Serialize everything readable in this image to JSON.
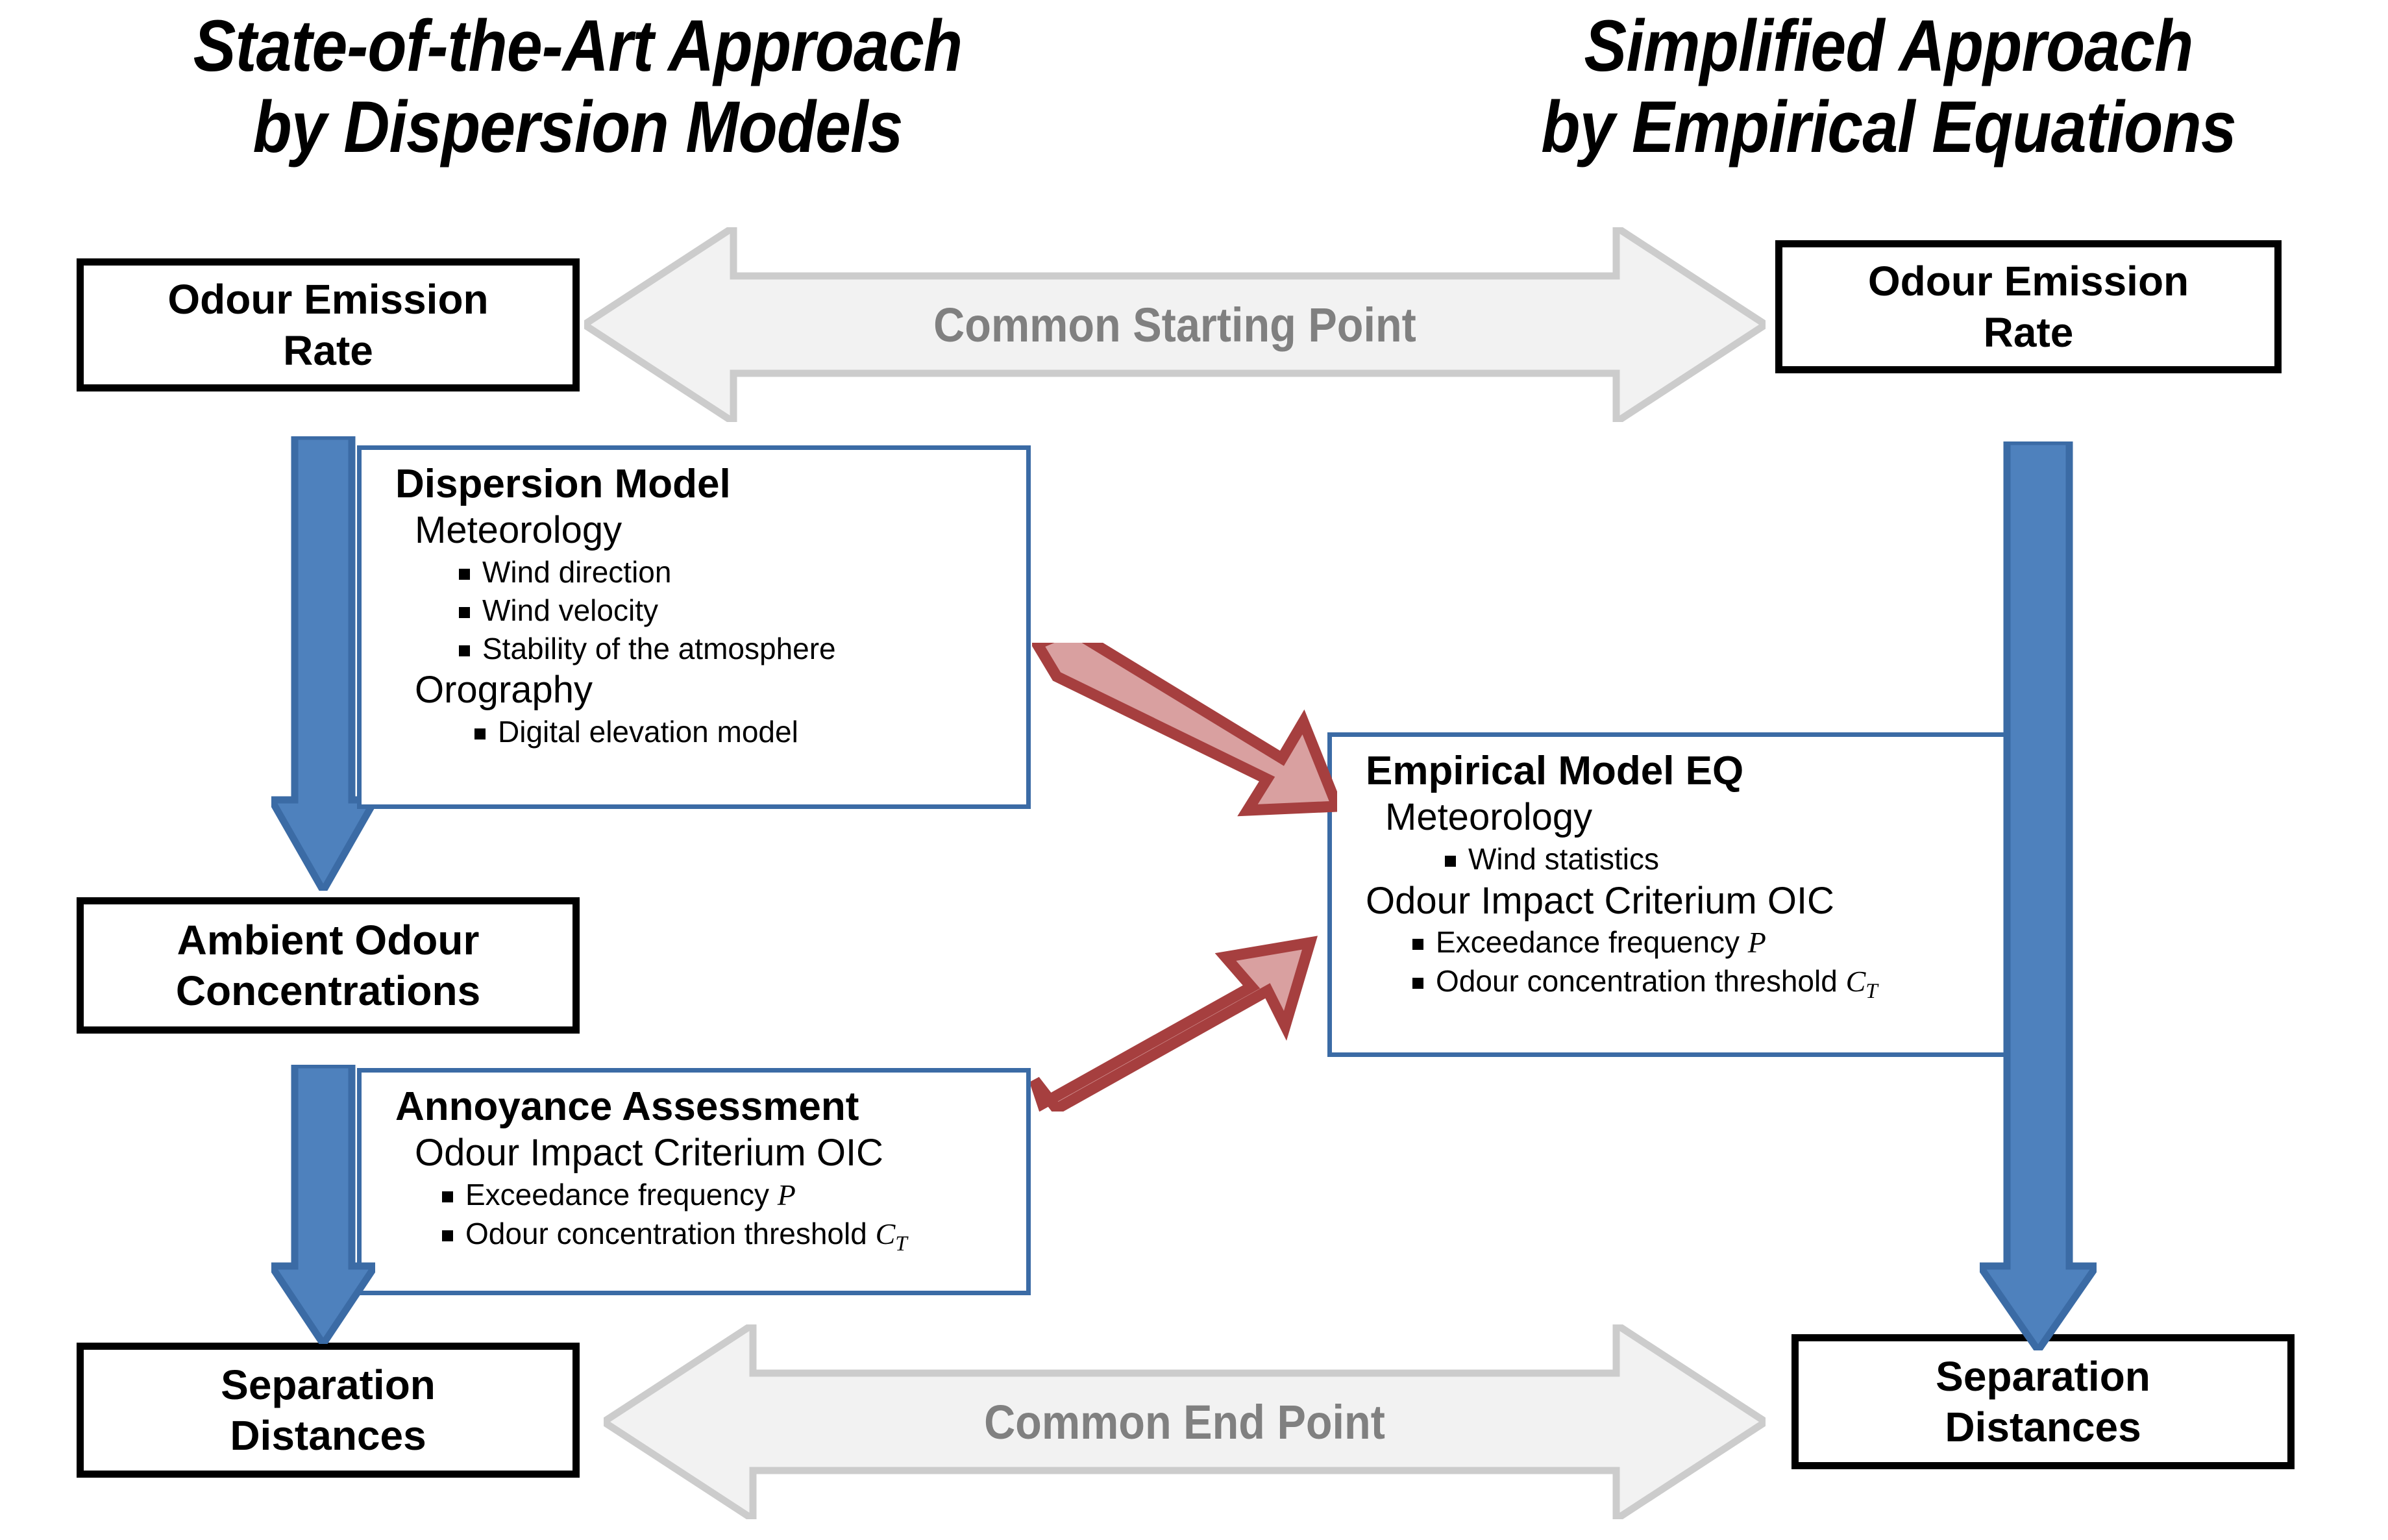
{
  "titles": {
    "left": "State-of-the-Art Approach\nby Dispersion Models",
    "right": "Simplified Approach\nby Empirical Equations"
  },
  "boxes": {
    "odour_emission_rate_left": "Odour Emission\nRate",
    "odour_emission_rate_right": "Odour Emission\nRate",
    "ambient_odour_concentrations": "Ambient Odour\nConcentrations",
    "separation_distances_left": "Separation\nDistances",
    "separation_distances_right": "Separation\nDistances"
  },
  "dispersion_model": {
    "title": "Dispersion Model",
    "sub1": "Meteorology",
    "b1": "Wind direction",
    "b2": "Wind velocity",
    "b3": "Stability of the atmosphere",
    "sub2": "Orography",
    "b4": "Digital elevation model"
  },
  "annoyance_assessment": {
    "title": "Annoyance Assessment",
    "sub1": "Odour Impact Criterium OIC",
    "b1_text": "Exceedance frequency ",
    "b1_sym": "P",
    "b2_text": "Odour concentration threshold ",
    "b2_sym": "C",
    "b2_sub": "T"
  },
  "empirical_model": {
    "title": "Empirical Model EQ",
    "sub1": "Meteorology",
    "b1": "Wind statistics",
    "sub2": "Odour Impact Criterium OIC",
    "b2_text": "Exceedance frequency ",
    "b2_sym": "P",
    "b3_text": "Odour concentration threshold ",
    "b3_sym": "C",
    "b3_sub": "T"
  },
  "connectors": {
    "common_starting_point": "Common Starting Point",
    "common_end_point": "Common End Point"
  },
  "colors": {
    "blue_fill": "#4e81bd",
    "blue_stroke": "#3b6ba5",
    "red_fill": "#d9a0a0",
    "red_stroke": "#a63f3f",
    "gray_fill": "#f2f2f2",
    "gray_stroke": "#cccccc",
    "gray_text": "#808080",
    "black": "#000000"
  }
}
